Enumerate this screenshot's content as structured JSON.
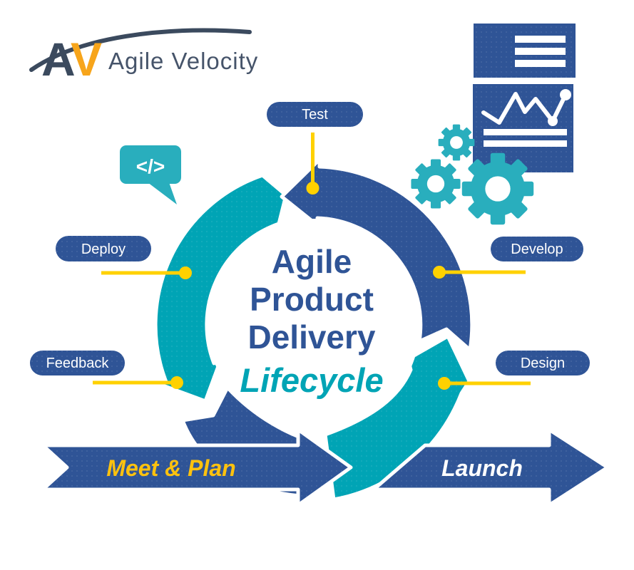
{
  "logo": {
    "monogram_a": "A",
    "monogram_v": "V",
    "wordmark": "Agile Velocity"
  },
  "center_title": {
    "line1": "Agile",
    "line2": "Product",
    "line3": "Delivery",
    "line4": "Lifecycle"
  },
  "stage_labels": {
    "test": "Test",
    "deploy": "Deploy",
    "feedback": "Feedback",
    "develop": "Develop",
    "design": "Design"
  },
  "flow_banners": {
    "meet_plan": "Meet & Plan",
    "launch": "Launch"
  },
  "decorations": {
    "code_bubble_glyph": "</>",
    "icon_names": [
      "document-lines-card",
      "line-chart-card",
      "gear-cluster",
      "code-speech-bubble"
    ]
  },
  "colors": {
    "primary_blue": "#2F5496",
    "teal": "#00A4B5",
    "teal_light": "#29AEBD",
    "yellow": "#FFD100",
    "gold_text": "#FFC20E",
    "navy": "#3B4A5E",
    "orange": "#F7A51B",
    "white": "#FFFFFF"
  }
}
